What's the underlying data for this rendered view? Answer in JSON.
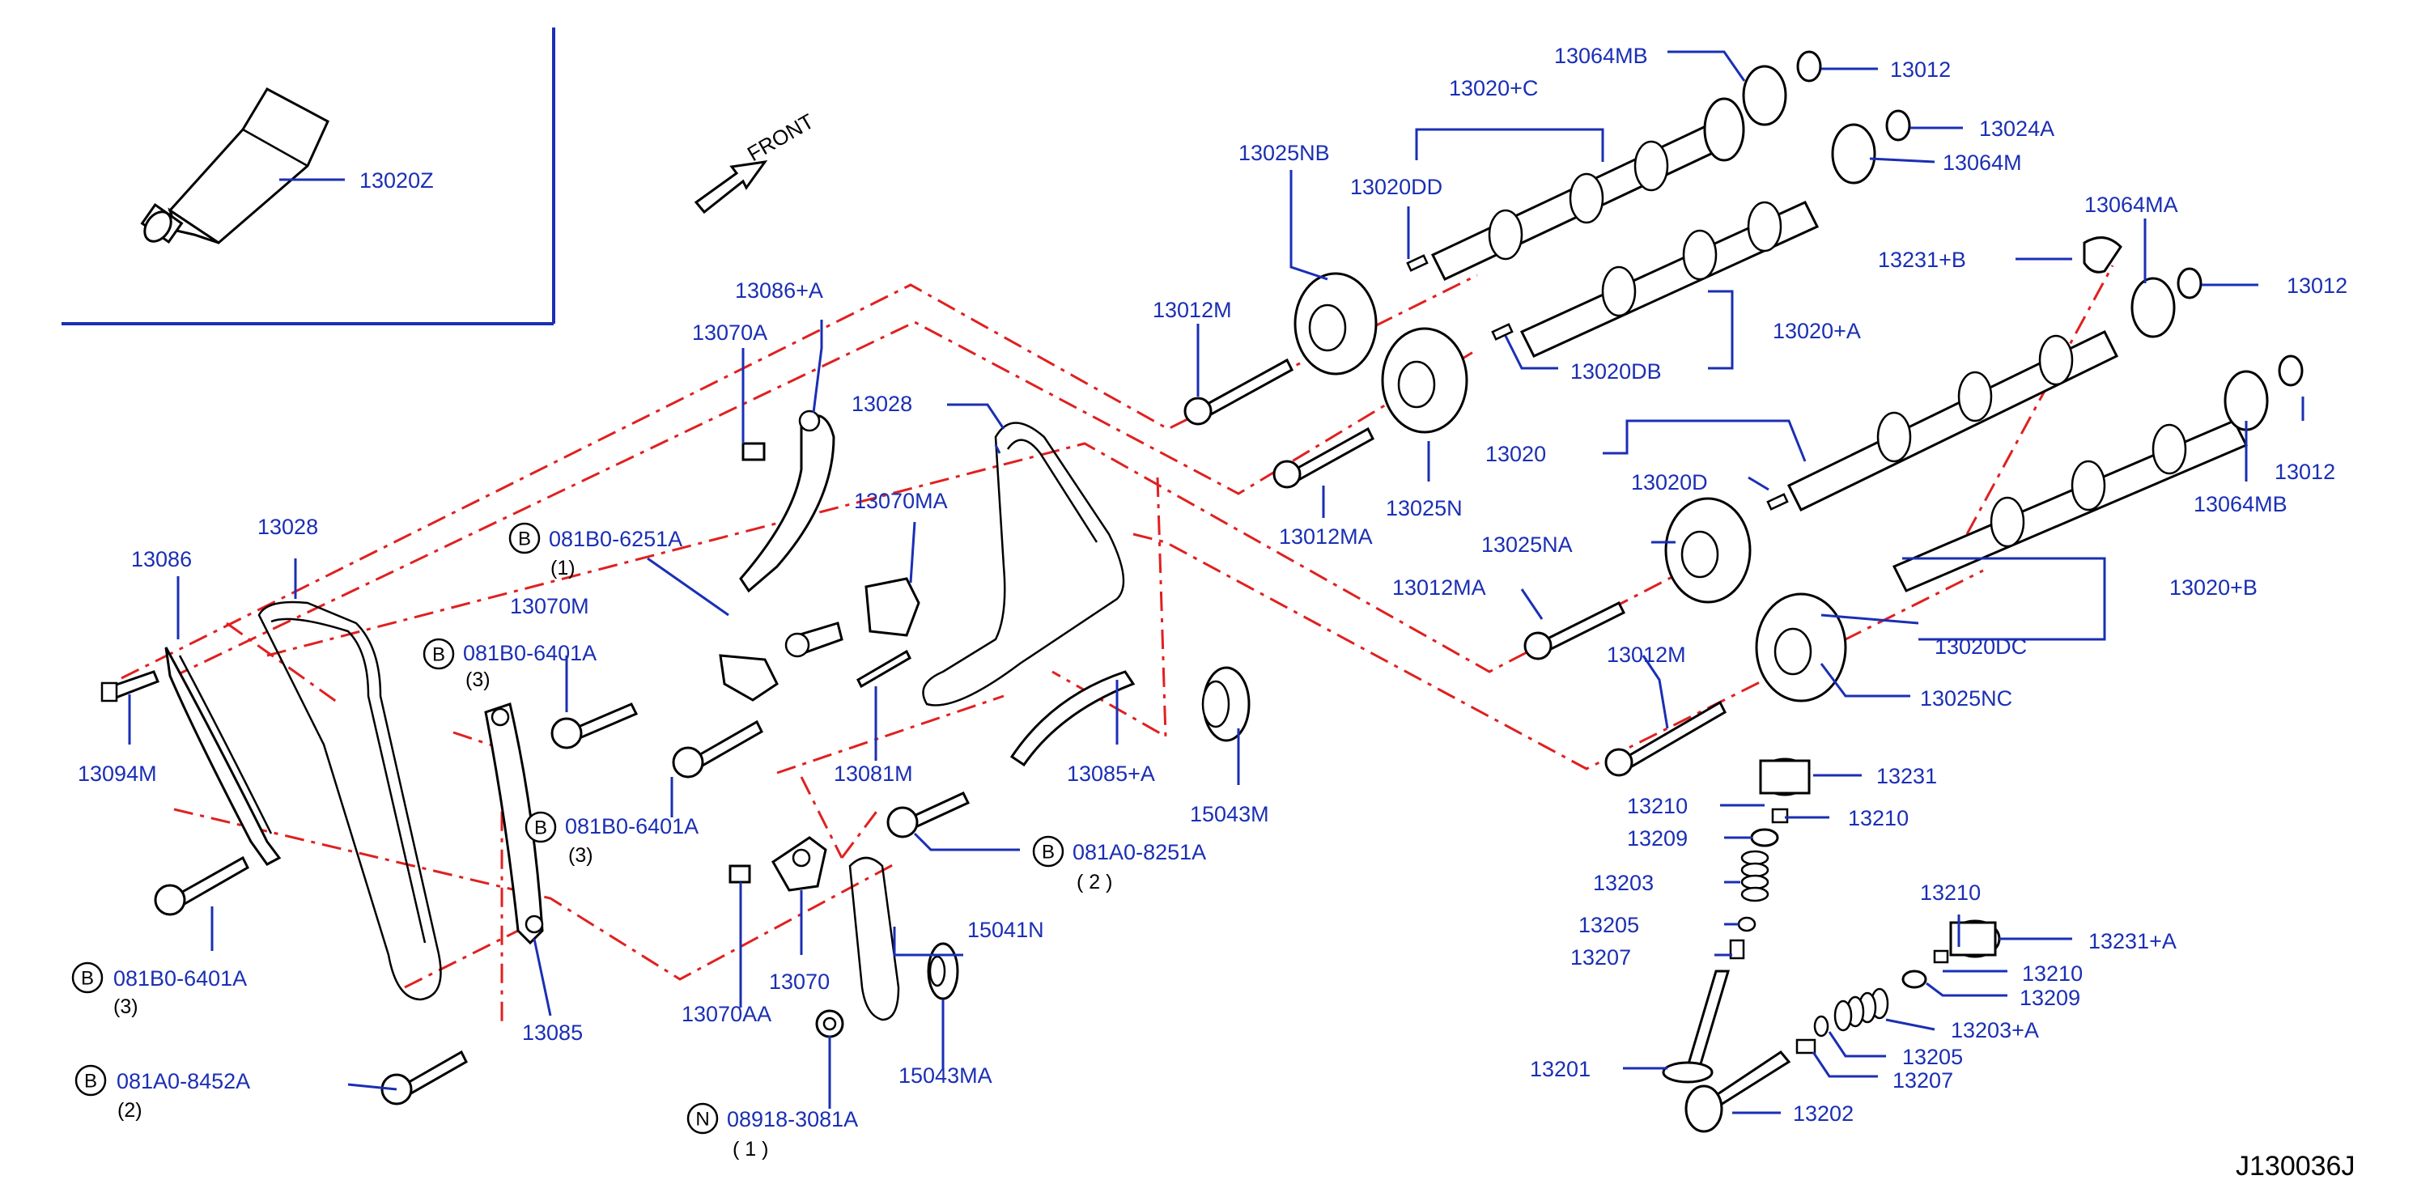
{
  "diagram": {
    "code": "J130036J",
    "front_label": "FRONT",
    "labels": {
      "p13020Z": "13020Z",
      "p13064MB_top": "13064MB",
      "p13012_top": "13012",
      "p13020C": "13020+C",
      "p13024A": "13024A",
      "p13064M": "13064M",
      "p13025NB": "13025NB",
      "p13020DD": "13020DD",
      "p13064MA": "13064MA",
      "p13231B": "13231+B",
      "p13012_mid": "13012",
      "p13012M_top": "13012M",
      "p13020A": "13020+A",
      "p13020DB": "13020DB",
      "p13086A": "13086+A",
      "p13070A": "13070A",
      "p13028_r": "13028",
      "p13020": "13020",
      "p13020D": "13020D",
      "p13012_right": "13012",
      "p13025N": "13025N",
      "p13064MB_r": "13064MB",
      "p13070MA": "13070MA",
      "p13012MA_a": "13012MA",
      "p13025NA": "13025NA",
      "p13086": "13086",
      "p13028_l": "13028",
      "p13070M": "13070M",
      "p13012MA_b": "13012MA",
      "p13020B": "13020+B",
      "p13020DC": "13020DC",
      "p13012M_mid": "13012M",
      "p13025NC": "13025NC",
      "p13094M": "13094M",
      "p13081M": "13081M",
      "p13085A": "13085+A",
      "p15043M": "15043M",
      "p13231": "13231",
      "p13210_a": "13210",
      "p13210_b": "13210",
      "p13209_a": "13209",
      "p13203": "13203",
      "p13205_a": "13205",
      "p13207_a": "13207",
      "p13210_c": "13210",
      "p13231A": "13231+A",
      "p13210_d": "13210",
      "p13209_b": "13209",
      "p13203A": "13203+A",
      "p13205_b": "13205",
      "p13207_b": "13207",
      "p13201": "13201",
      "p13202": "13202",
      "p15041N": "15041N",
      "p13070": "13070",
      "p13070AA": "13070AA",
      "p15043MA": "15043MA",
      "p13085": "13085"
    },
    "bolt_refs": [
      {
        "letter": "B",
        "code": "081B0-6251A",
        "qty": "(1)"
      },
      {
        "letter": "B",
        "code": "081B0-6401A",
        "qty": "(3)"
      },
      {
        "letter": "B",
        "code": "081B0-6401A",
        "qty": "(3)"
      },
      {
        "letter": "B",
        "code": "081A0-8251A",
        "qty": "( 2 )"
      },
      {
        "letter": "B",
        "code": "081B0-6401A",
        "qty": "(3)"
      },
      {
        "letter": "B",
        "code": "081A0-8452A",
        "qty": "(2)"
      },
      {
        "letter": "N",
        "code": "08918-3081A",
        "qty": "( 1 )"
      }
    ]
  },
  "colors": {
    "label": "#1a2fb4",
    "guide": "#e02020",
    "outline": "#000000"
  }
}
